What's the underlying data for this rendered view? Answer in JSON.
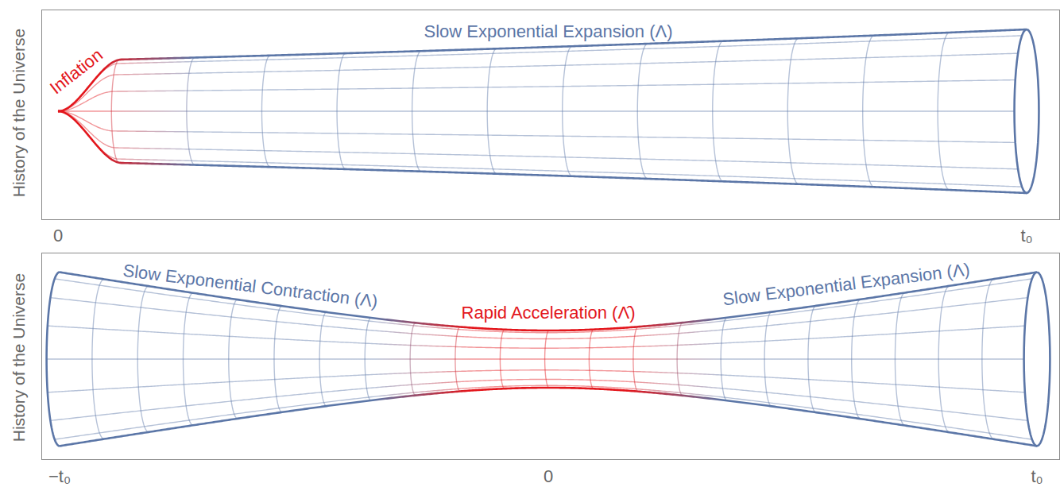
{
  "diagram": {
    "labels": [
      "History of the Universe",
      "Inflation",
      "Slow Exponential Expansion (Λ)",
      "0",
      "t₀",
      "History of the Universe",
      "Slow Exponential Contraction (Λ)",
      "Rapid Acceleration (Λ̂)",
      "Slow Exponential Expansion (Λ)",
      "−t₀",
      "0",
      "t₀"
    ]
  }
}
